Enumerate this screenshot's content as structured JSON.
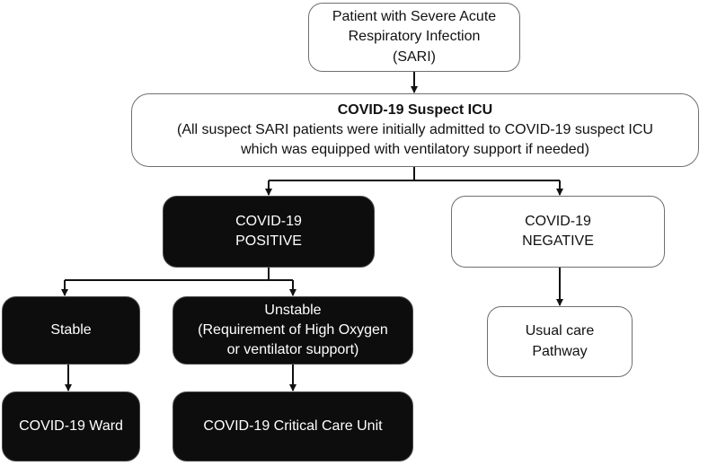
{
  "nodes": {
    "sari": [
      "Patient with Severe Acute",
      "Respiratory Infection",
      "(SARI)"
    ],
    "icu": {
      "title": "COVID-19 Suspect ICU",
      "lines": [
        "(All suspect SARI patients were initially admitted to COVID-19 suspect ICU",
        "which was equipped with ventilatory support if needed)"
      ]
    },
    "positive": [
      "COVID-19",
      "POSITIVE"
    ],
    "negative": [
      "COVID-19",
      "NEGATIVE"
    ],
    "stable": [
      "Stable"
    ],
    "unstable": [
      "Unstable",
      "(Requirement of High Oxygen",
      "or ventilator support)"
    ],
    "usual_care": [
      "Usual care",
      "Pathway"
    ],
    "ward": [
      "COVID-19 Ward"
    ],
    "critical_care": [
      "COVID-19 Critical Care Unit"
    ]
  },
  "colors": {
    "dark_fill": "#0d0d0d",
    "light_fill": "#ffffff",
    "border": "#6f6f6f",
    "arrow": "#111111"
  }
}
